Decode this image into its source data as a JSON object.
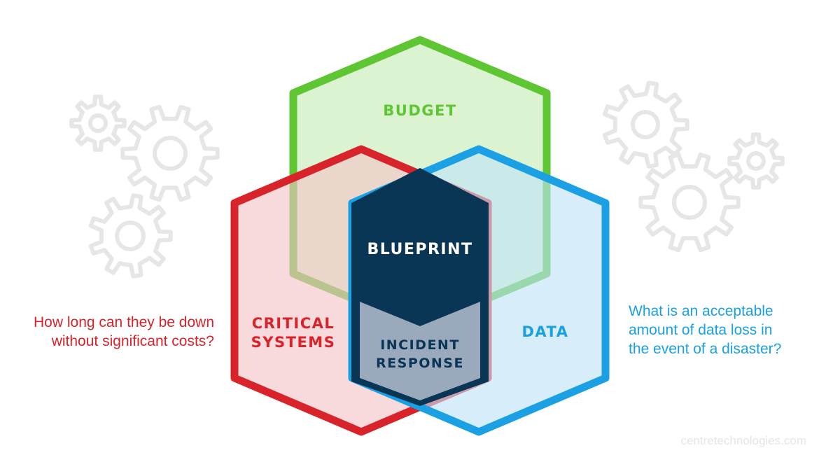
{
  "diagram": {
    "hexagons": {
      "budget": {
        "label": "BUDGET",
        "stroke": "#5ec633",
        "fill": "#c9ecb8"
      },
      "critical": {
        "label_line1": "CRITICAL",
        "label_line2": "SYSTEMS",
        "stroke": "#d9232b",
        "fill": "#f4c4c7"
      },
      "data": {
        "label": "DATA",
        "stroke": "#1aa0e3",
        "fill": "#bfe3f7"
      }
    },
    "center": {
      "label": "BLUEPRINT",
      "fill": "#0a3656",
      "label_color": "#ffffff"
    },
    "lower_center": {
      "label_line1": "INCIDENT",
      "label_line2": "RESPONSE",
      "fill": "#9ba9bd",
      "label_color": "#0a3656"
    },
    "gear_color": "#e6e6e6"
  },
  "notes": {
    "left": {
      "line1": "How long can they be down",
      "line2": "without significant costs?",
      "color": "#d9232b"
    },
    "right": {
      "line1": "What is an acceptable",
      "line2": "amount of data loss in",
      "line3": "the event of a disaster?",
      "color": "#1aa0e3"
    }
  },
  "watermark": {
    "text": "centretechnologies.com",
    "color": "#e3e3e3"
  }
}
